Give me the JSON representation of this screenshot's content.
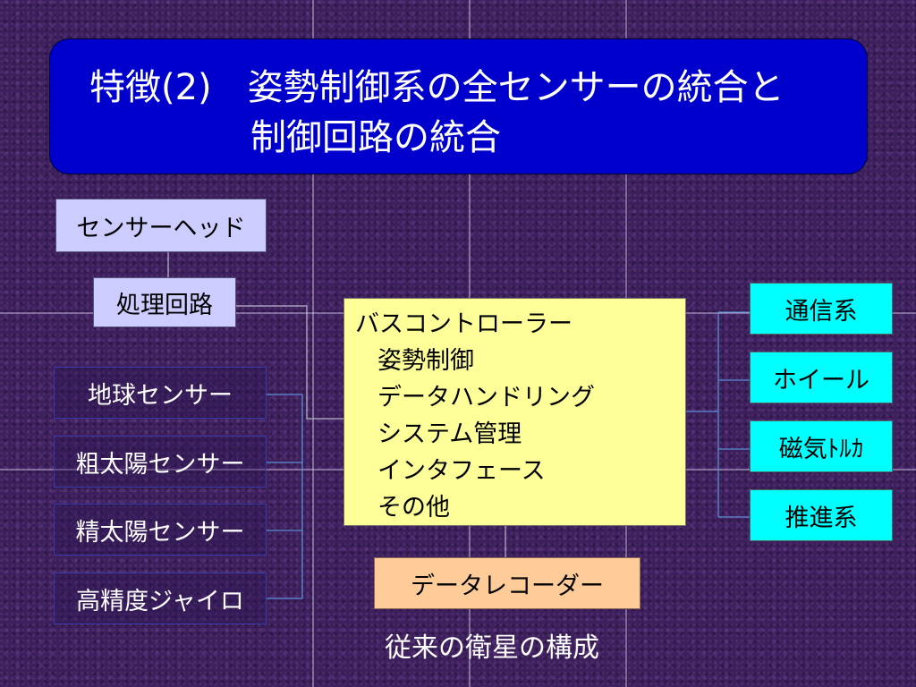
{
  "slide": {
    "title_line1": "特徴(2)　姿勢制御系の全センサーの統合と",
    "title_line2": "制御回路の統合",
    "caption": "従来の衛星の構成"
  },
  "left": {
    "sensor_head": "センサーヘッド",
    "processing_circuit": "処理回路",
    "sensors": [
      "地球センサー",
      "粗太陽センサー",
      "精太陽センサー",
      "高精度ジャイロ"
    ]
  },
  "bus_controller": {
    "heading": "バスコントローラー",
    "functions": [
      "姿勢制御",
      "データハンドリング",
      "システム管理",
      "インタフェース",
      "その他"
    ]
  },
  "right": {
    "subsystems": [
      "通信系",
      "ホイール",
      "磁気ﾄﾙｶ",
      "推進系"
    ]
  },
  "data_recorder": "データレコーダー",
  "colors": {
    "background": "#3e1f5e",
    "title_fill": "#0000cc",
    "lavender_fill": "#ccccff",
    "bus_fill": "#ffff99",
    "subsystem_fill": "#00ffff",
    "recorder_fill": "#ffcc99",
    "connector": "#5b8ed8"
  }
}
